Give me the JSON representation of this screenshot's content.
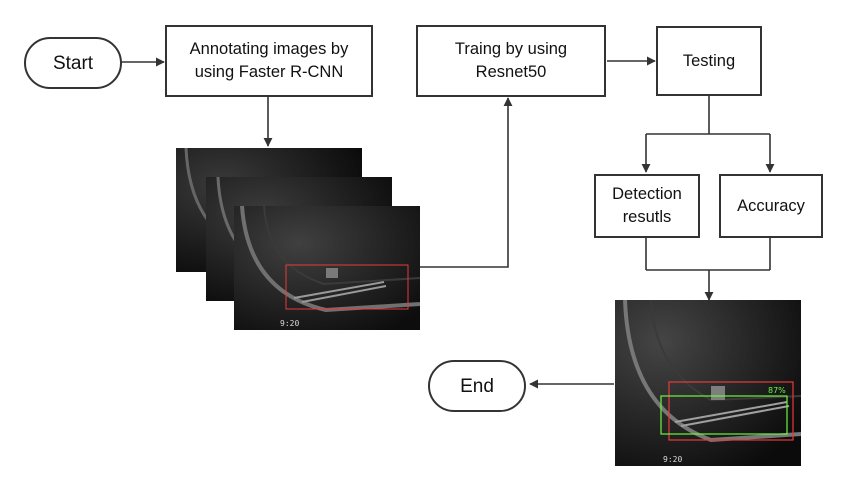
{
  "nodes": {
    "start": "Start",
    "annotate": "Annotating images by\nusing Faster R-CNN",
    "train": "Traing by using\nResnet50",
    "testing": "Testing",
    "detection": "Detection\nresutls",
    "accuracy": "Accuracy",
    "end": "End"
  },
  "images": {
    "stamp": "9:20",
    "confidence": "87%"
  },
  "colors": {
    "line": "#333333",
    "annotation_box": "#e83a3a",
    "detection_box": "#6cf542"
  }
}
